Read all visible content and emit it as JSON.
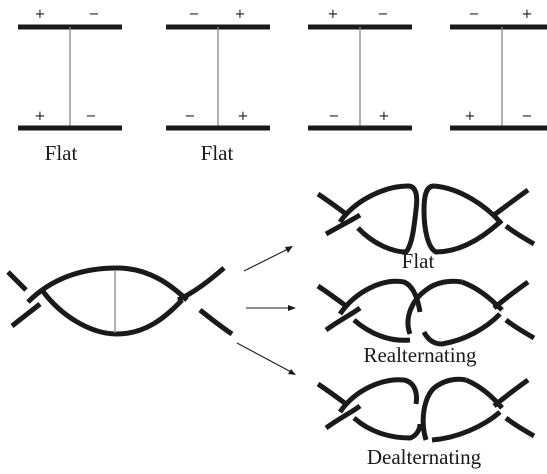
{
  "top_row": [
    {
      "signs": {
        "top_left": "+",
        "top_right": "−",
        "bottom_left": "+",
        "bottom_right": "−"
      },
      "caption": "Flat"
    },
    {
      "signs": {
        "top_left": "−",
        "top_right": "+",
        "bottom_left": "−",
        "bottom_right": "+"
      },
      "caption": "Flat"
    },
    {
      "signs": {
        "top_left": "+",
        "top_right": "−",
        "bottom_left": "−",
        "bottom_right": "+"
      },
      "caption": ""
    },
    {
      "signs": {
        "top_left": "−",
        "top_right": "+",
        "bottom_left": "+",
        "bottom_right": "−"
      },
      "caption": ""
    }
  ],
  "resolutions": [
    {
      "caption": "Flat"
    },
    {
      "caption": "Realternating"
    },
    {
      "caption": "Dealternating"
    }
  ]
}
